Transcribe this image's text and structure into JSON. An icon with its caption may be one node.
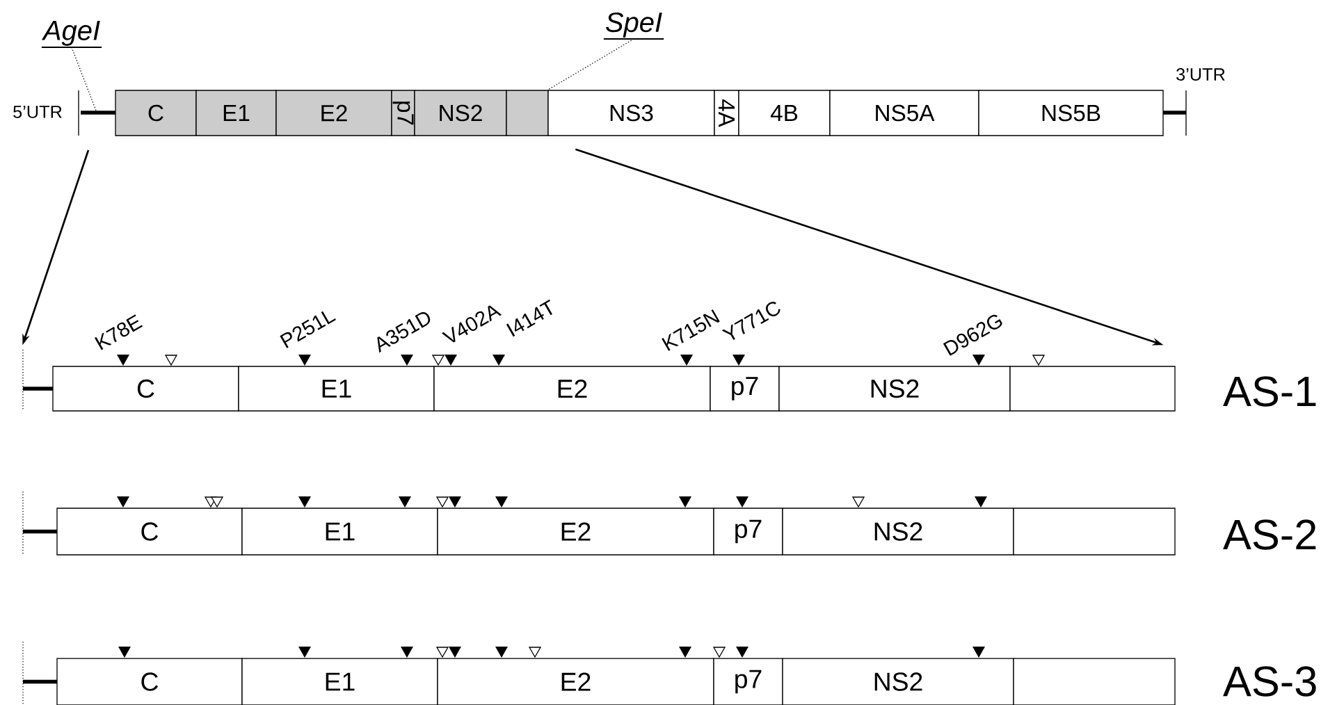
{
  "diagram": {
    "nodes": [
      {
        "text": [
          "AgeI"
        ]
      },
      {
        "text": [
          "SpeI"
        ]
      },
      {
        "text": [
          "C"
        ]
      },
      {
        "text": [
          "E1"
        ]
      },
      {
        "text": [
          "E2"
        ]
      },
      {
        "text": [
          "p7"
        ]
      },
      {
        "text": [
          "NS2"
        ]
      },
      {
        "text": [],
        "shape": "box"
      },
      {
        "text": [
          "NS3"
        ]
      },
      {
        "text": [
          "4A"
        ]
      },
      {
        "text": [
          "4B"
        ]
      },
      {
        "text": [
          "NS5A"
        ]
      },
      {
        "text": [
          "NS5B"
        ]
      },
      {
        "text": [
          "C"
        ]
      },
      {
        "text": [
          "E1"
        ]
      },
      {
        "text": [
          "E2"
        ]
      },
      {
        "text": [
          "p7"
        ]
      },
      {
        "text": [
          "NS2"
        ]
      },
      {
        "text": [],
        "shape": "box"
      },
      {
        "text": [
          "C"
        ]
      },
      {
        "text": [
          "E1"
        ]
      },
      {
        "text": [
          "E2"
        ]
      },
      {
        "text": [
          "p7"
        ]
      },
      {
        "text": [
          "NS2"
        ]
      },
      {
        "text": [],
        "shape": "box"
      },
      {
        "text": [
          "C"
        ]
      },
      {
        "text": [
          "E1"
        ]
      },
      {
        "text": [
          "E2"
        ]
      },
      {
        "text": [
          "p7"
        ]
      },
      {
        "text": [
          "NS2"
        ]
      },
      {
        "text": [],
        "shape": "box"
      }
    ],
    "edges": [
      {
        "from": 0,
        "to": null,
        "arrow": "none",
        "style": "dashed"
      },
      {
        "from": 1,
        "to": 8,
        "arrow": "none",
        "style": "dashed"
      },
      {
        "from": null,
        "to": 13,
        "arrow": "to"
      },
      {
        "from": 8,
        "to": 18,
        "arrow": "to"
      }
    ],
    "labels": [
      "5’UTR",
      "3’UTR",
      "K78E",
      "P251L",
      "A351D",
      "V402A",
      "I414T",
      "K715N",
      "Y771C",
      "D962G",
      "AS-1",
      "AS-2",
      "AS-3"
    ]
  }
}
